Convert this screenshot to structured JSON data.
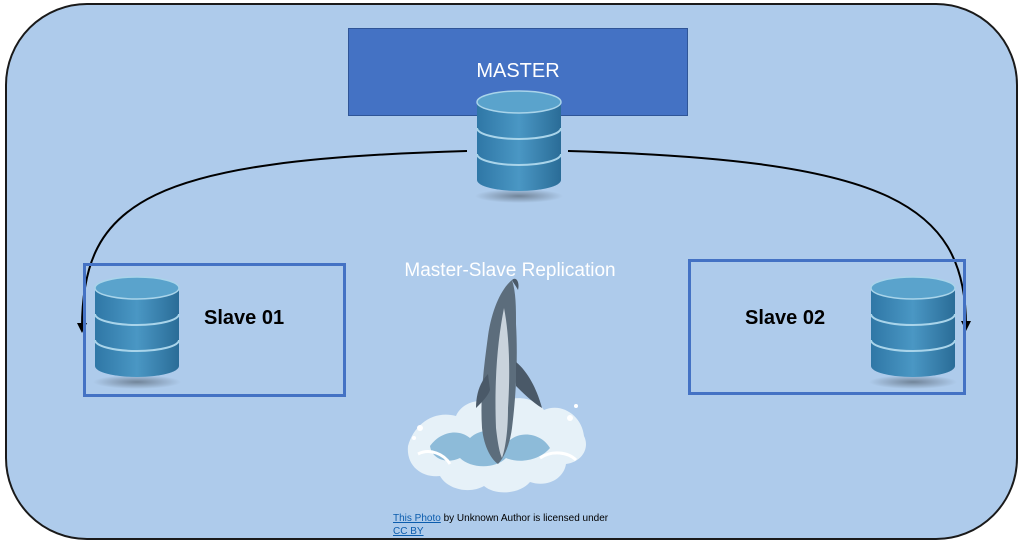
{
  "diagram": {
    "master": {
      "label": "MASTER"
    },
    "subtitle": "Master-Slave Replication",
    "slaves": [
      {
        "label": "Slave 01"
      },
      {
        "label": "Slave 02"
      }
    ]
  },
  "attribution": {
    "photo_link": "This Photo",
    "middle_text": " by Unknown Author is licensed under",
    "license_link": "CC BY"
  },
  "colors": {
    "panel_background": "#aecbeb",
    "master_box": "#4472c4",
    "slave_border": "#4472c4",
    "database_body": "#3a86b5",
    "database_top": "#5aa3cc"
  },
  "icons": {
    "database": "database-icon",
    "dolphin": "dolphin-image"
  }
}
